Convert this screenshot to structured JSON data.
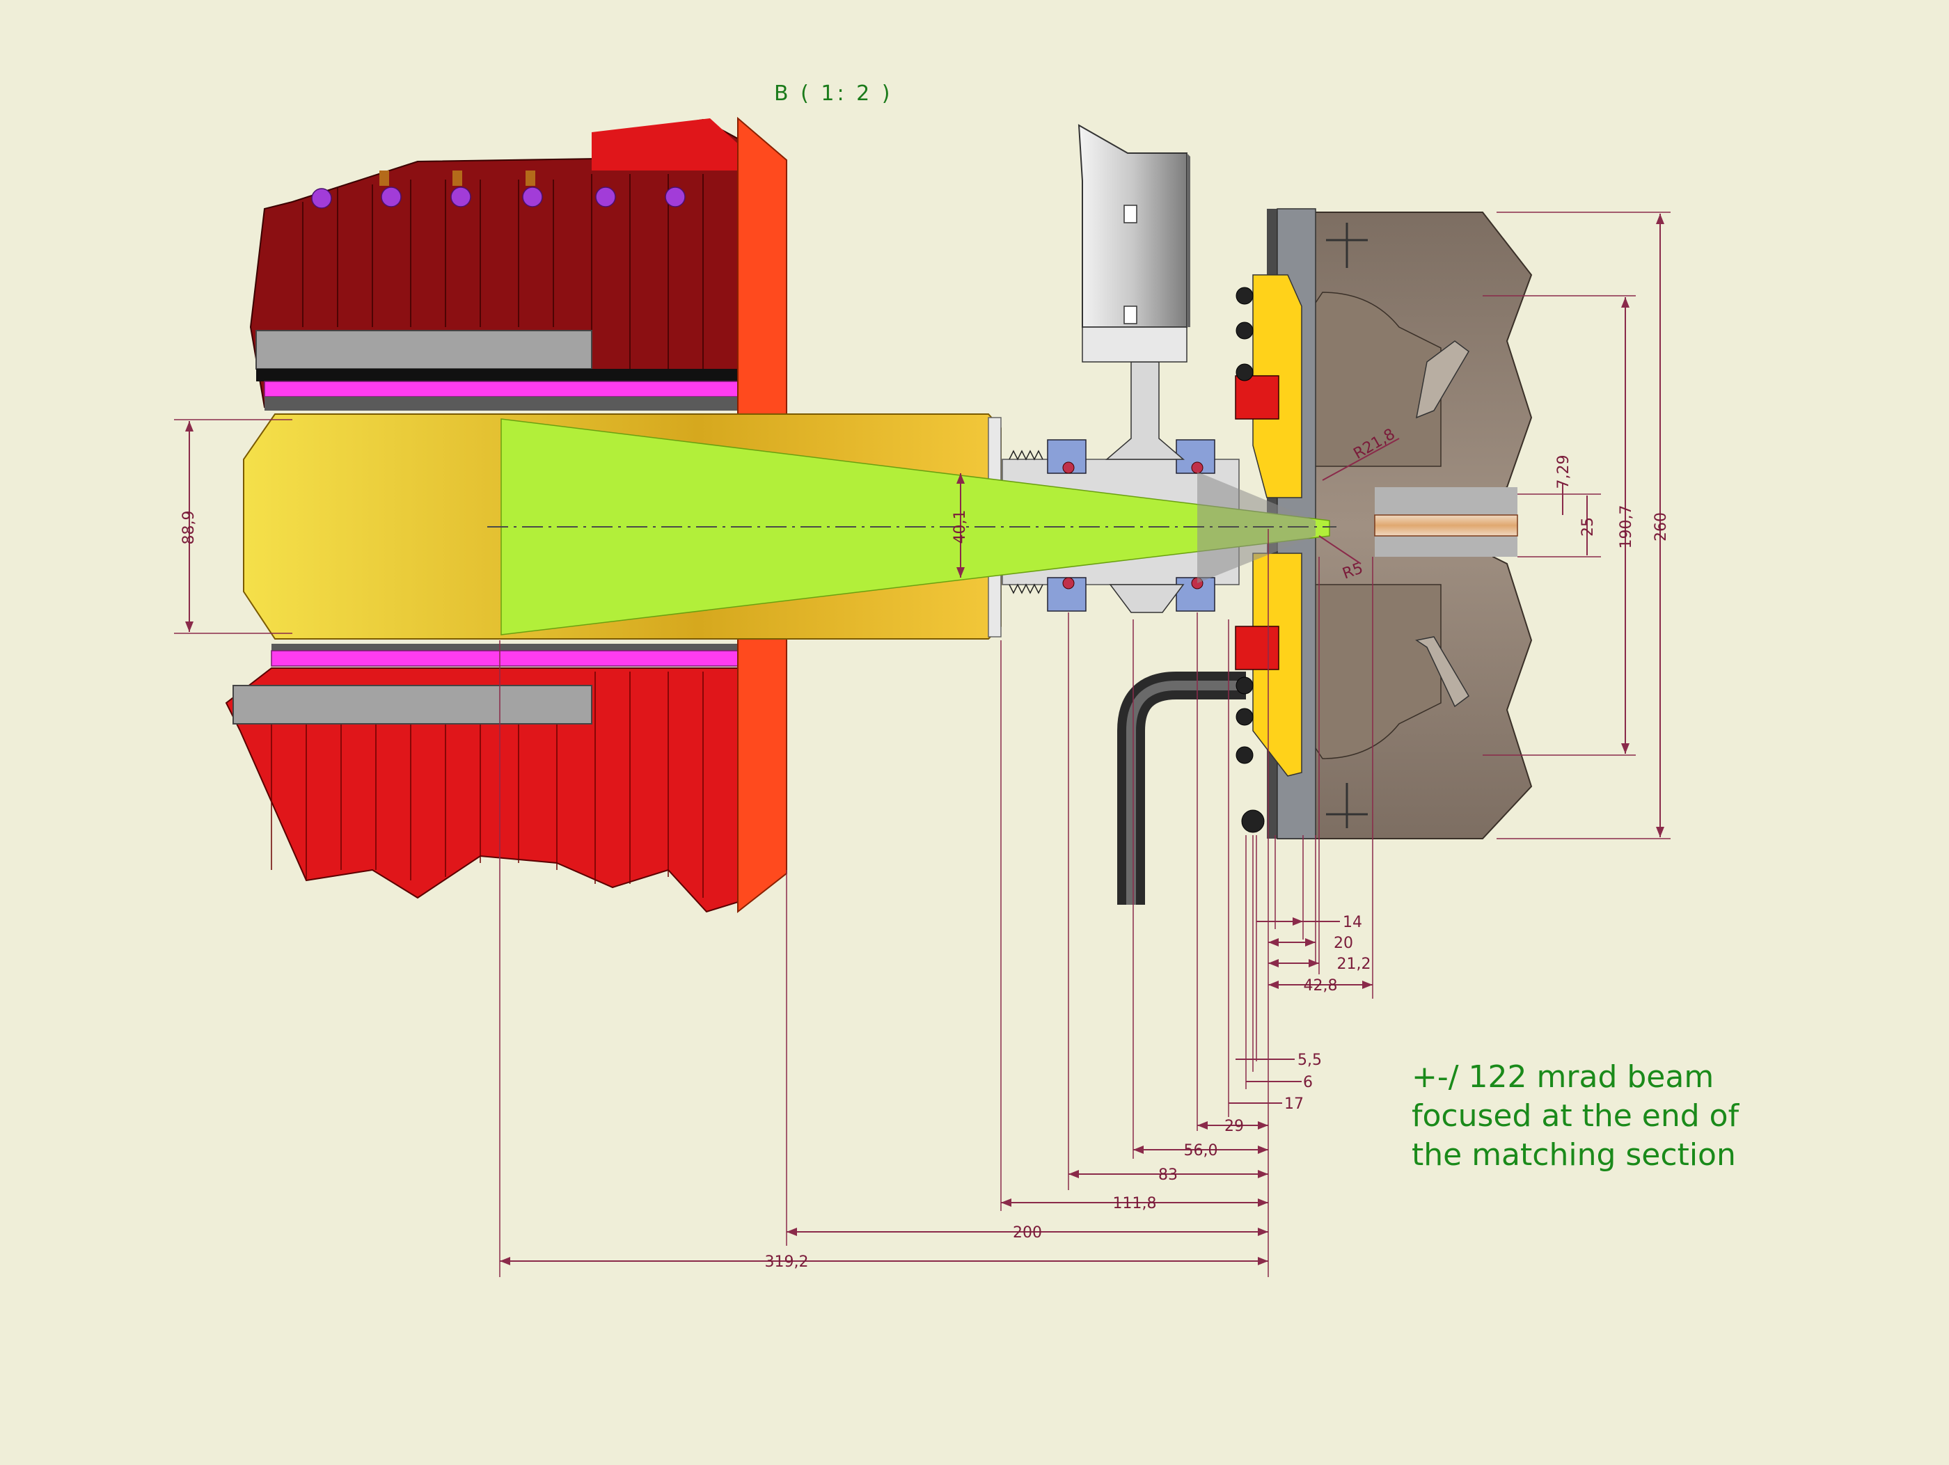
{
  "view_label": "B ( 1: 2 )",
  "note": {
    "lines": [
      "+-/ 122 mrad beam",
      "focused at the end of",
      "the matching section"
    ],
    "color": "#1a8a1a"
  },
  "dims": {
    "d_88_9": "88,9",
    "d_40_1": "40,1",
    "d_7_29": "7,29",
    "d_25": "25",
    "d_190_7": "190,7",
    "d_260": "260",
    "r_21_8": "R21,8",
    "r_5": "R5",
    "h_14": "14",
    "h_20": "20",
    "h_21_2": "21,2",
    "h_42_8": "42,8",
    "h_5_5": "5,5",
    "h_6": "6",
    "h_17": "17",
    "h_29": "29",
    "h_56_0": "56,0",
    "h_83": "83",
    "h_111_8": "111,8",
    "h_200": "200",
    "h_319_2": "319,2"
  },
  "colors": {
    "background": "#efeed8",
    "magnet_dark_red": "#8b0f12",
    "magnet_red": "#e0161a",
    "flange_orange": "#ff4a1e",
    "gold_tube": "#f2c531",
    "beam_green": "#b2ef3a",
    "magenta": "#ff3cf0",
    "grey": "#a3a3a3",
    "target_brown": "#8a7a6b",
    "yellow_part": "#ffd21a",
    "dimension": "#8a2a4a"
  }
}
